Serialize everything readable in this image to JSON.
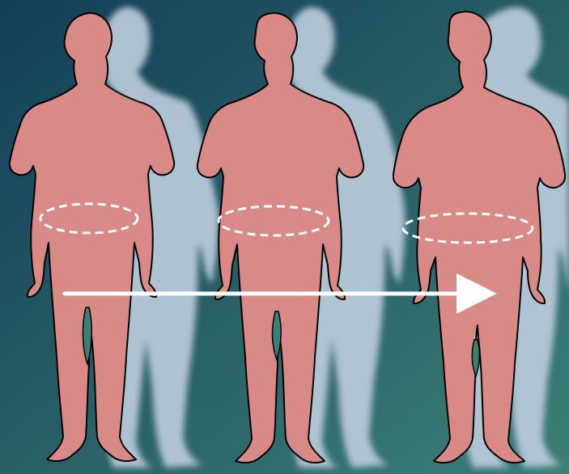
{
  "colors": {
    "background_start": "#123e58",
    "background_end": "#3d7f75",
    "body_fill": "#d98a86",
    "body_outline": "#000000",
    "shadow": "#b7c8d8",
    "waist_marker": "#ffffff",
    "arrow": "#ffffff"
  },
  "figures": [
    {
      "name": "normal-weight"
    },
    {
      "name": "overweight"
    },
    {
      "name": "obese"
    }
  ],
  "arrow": {
    "direction": "right"
  }
}
